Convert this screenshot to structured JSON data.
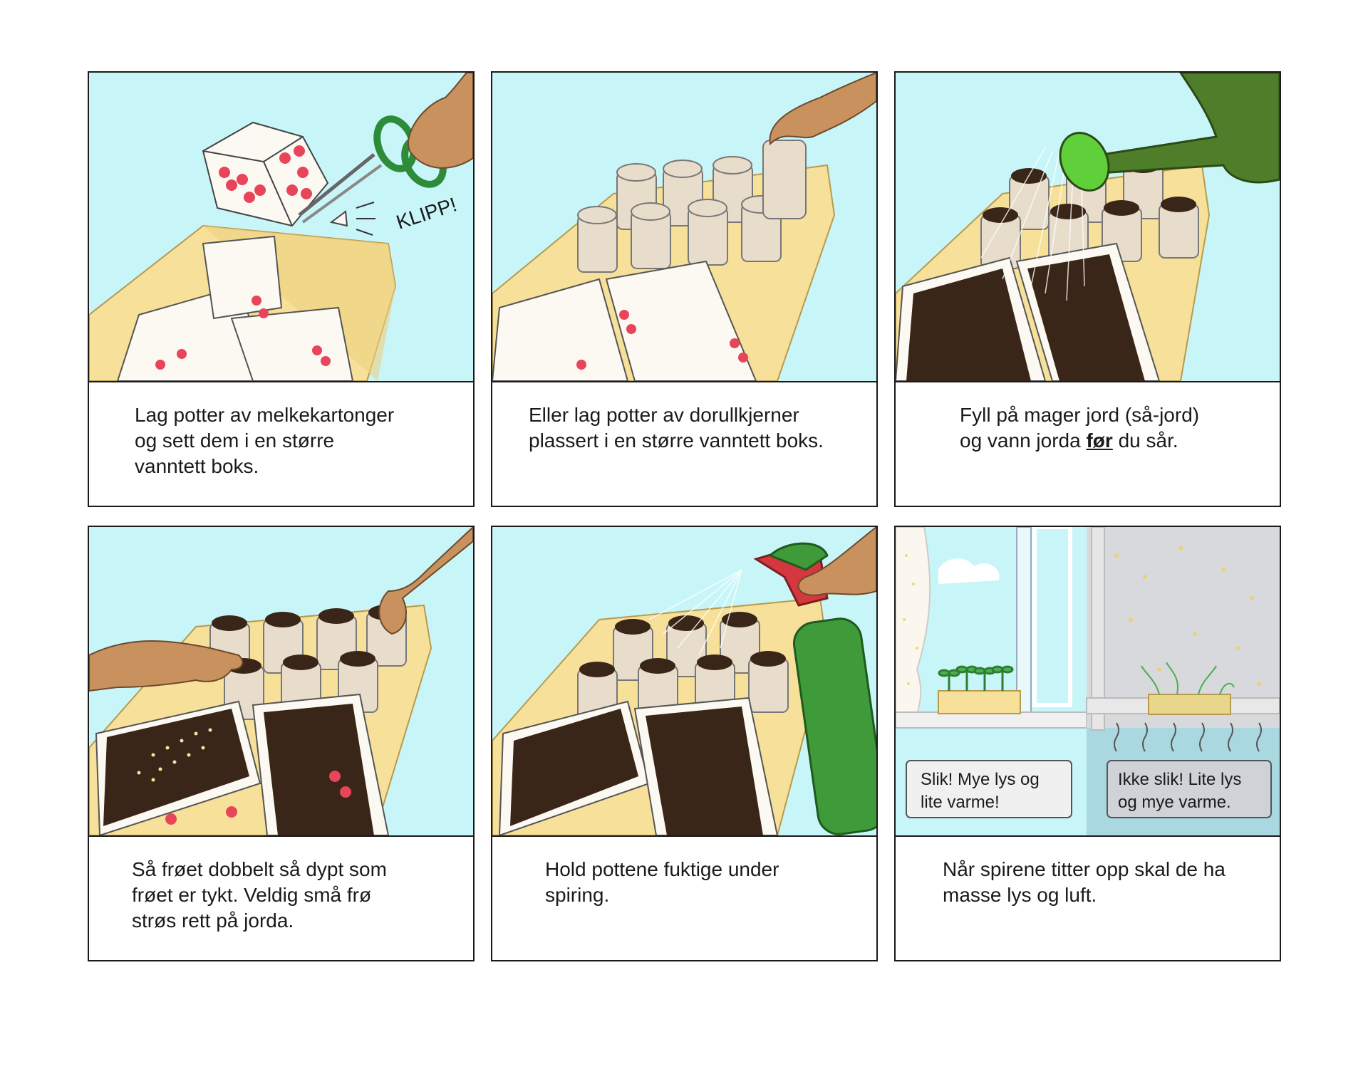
{
  "panels": [
    {
      "caption": [
        "Lag potter av melkekartonger",
        "og sett dem i en større",
        "vanntett boks."
      ],
      "sound_effect": "KLIPP!"
    },
    {
      "caption": [
        "Eller lag potter av dorullkjerner",
        "plassert i en større vanntett boks."
      ]
    },
    {
      "caption_line1": "Fyll på mager jord (så-jord)",
      "caption_line2_before": "og vann jorda ",
      "caption_line2_emph": "før",
      "caption_line2_after": " du sår."
    },
    {
      "caption": [
        "Så frøet dobbelt så dypt som",
        "frøet er tykt. Veldig små frø",
        "strøs rett på jorda."
      ]
    },
    {
      "caption": [
        "Hold pottene fuktige under",
        "spiring."
      ]
    },
    {
      "caption": [
        "Når spirene titter opp skal de ha",
        "masse lys og luft."
      ],
      "bubble_good": [
        "Slik! Mye lys og",
        "lite varme!"
      ],
      "bubble_bad": [
        "Ikke slik! Lite lys",
        "og mye varme."
      ]
    }
  ],
  "colors": {
    "sky": "#c8f6f8",
    "box": "#f7e09a",
    "soil": "#3a2618",
    "skin": "#c8915e",
    "dot": "#e8455a",
    "tube": "#e8dccb",
    "green": "#3f9a3a",
    "red": "#d4373d"
  }
}
